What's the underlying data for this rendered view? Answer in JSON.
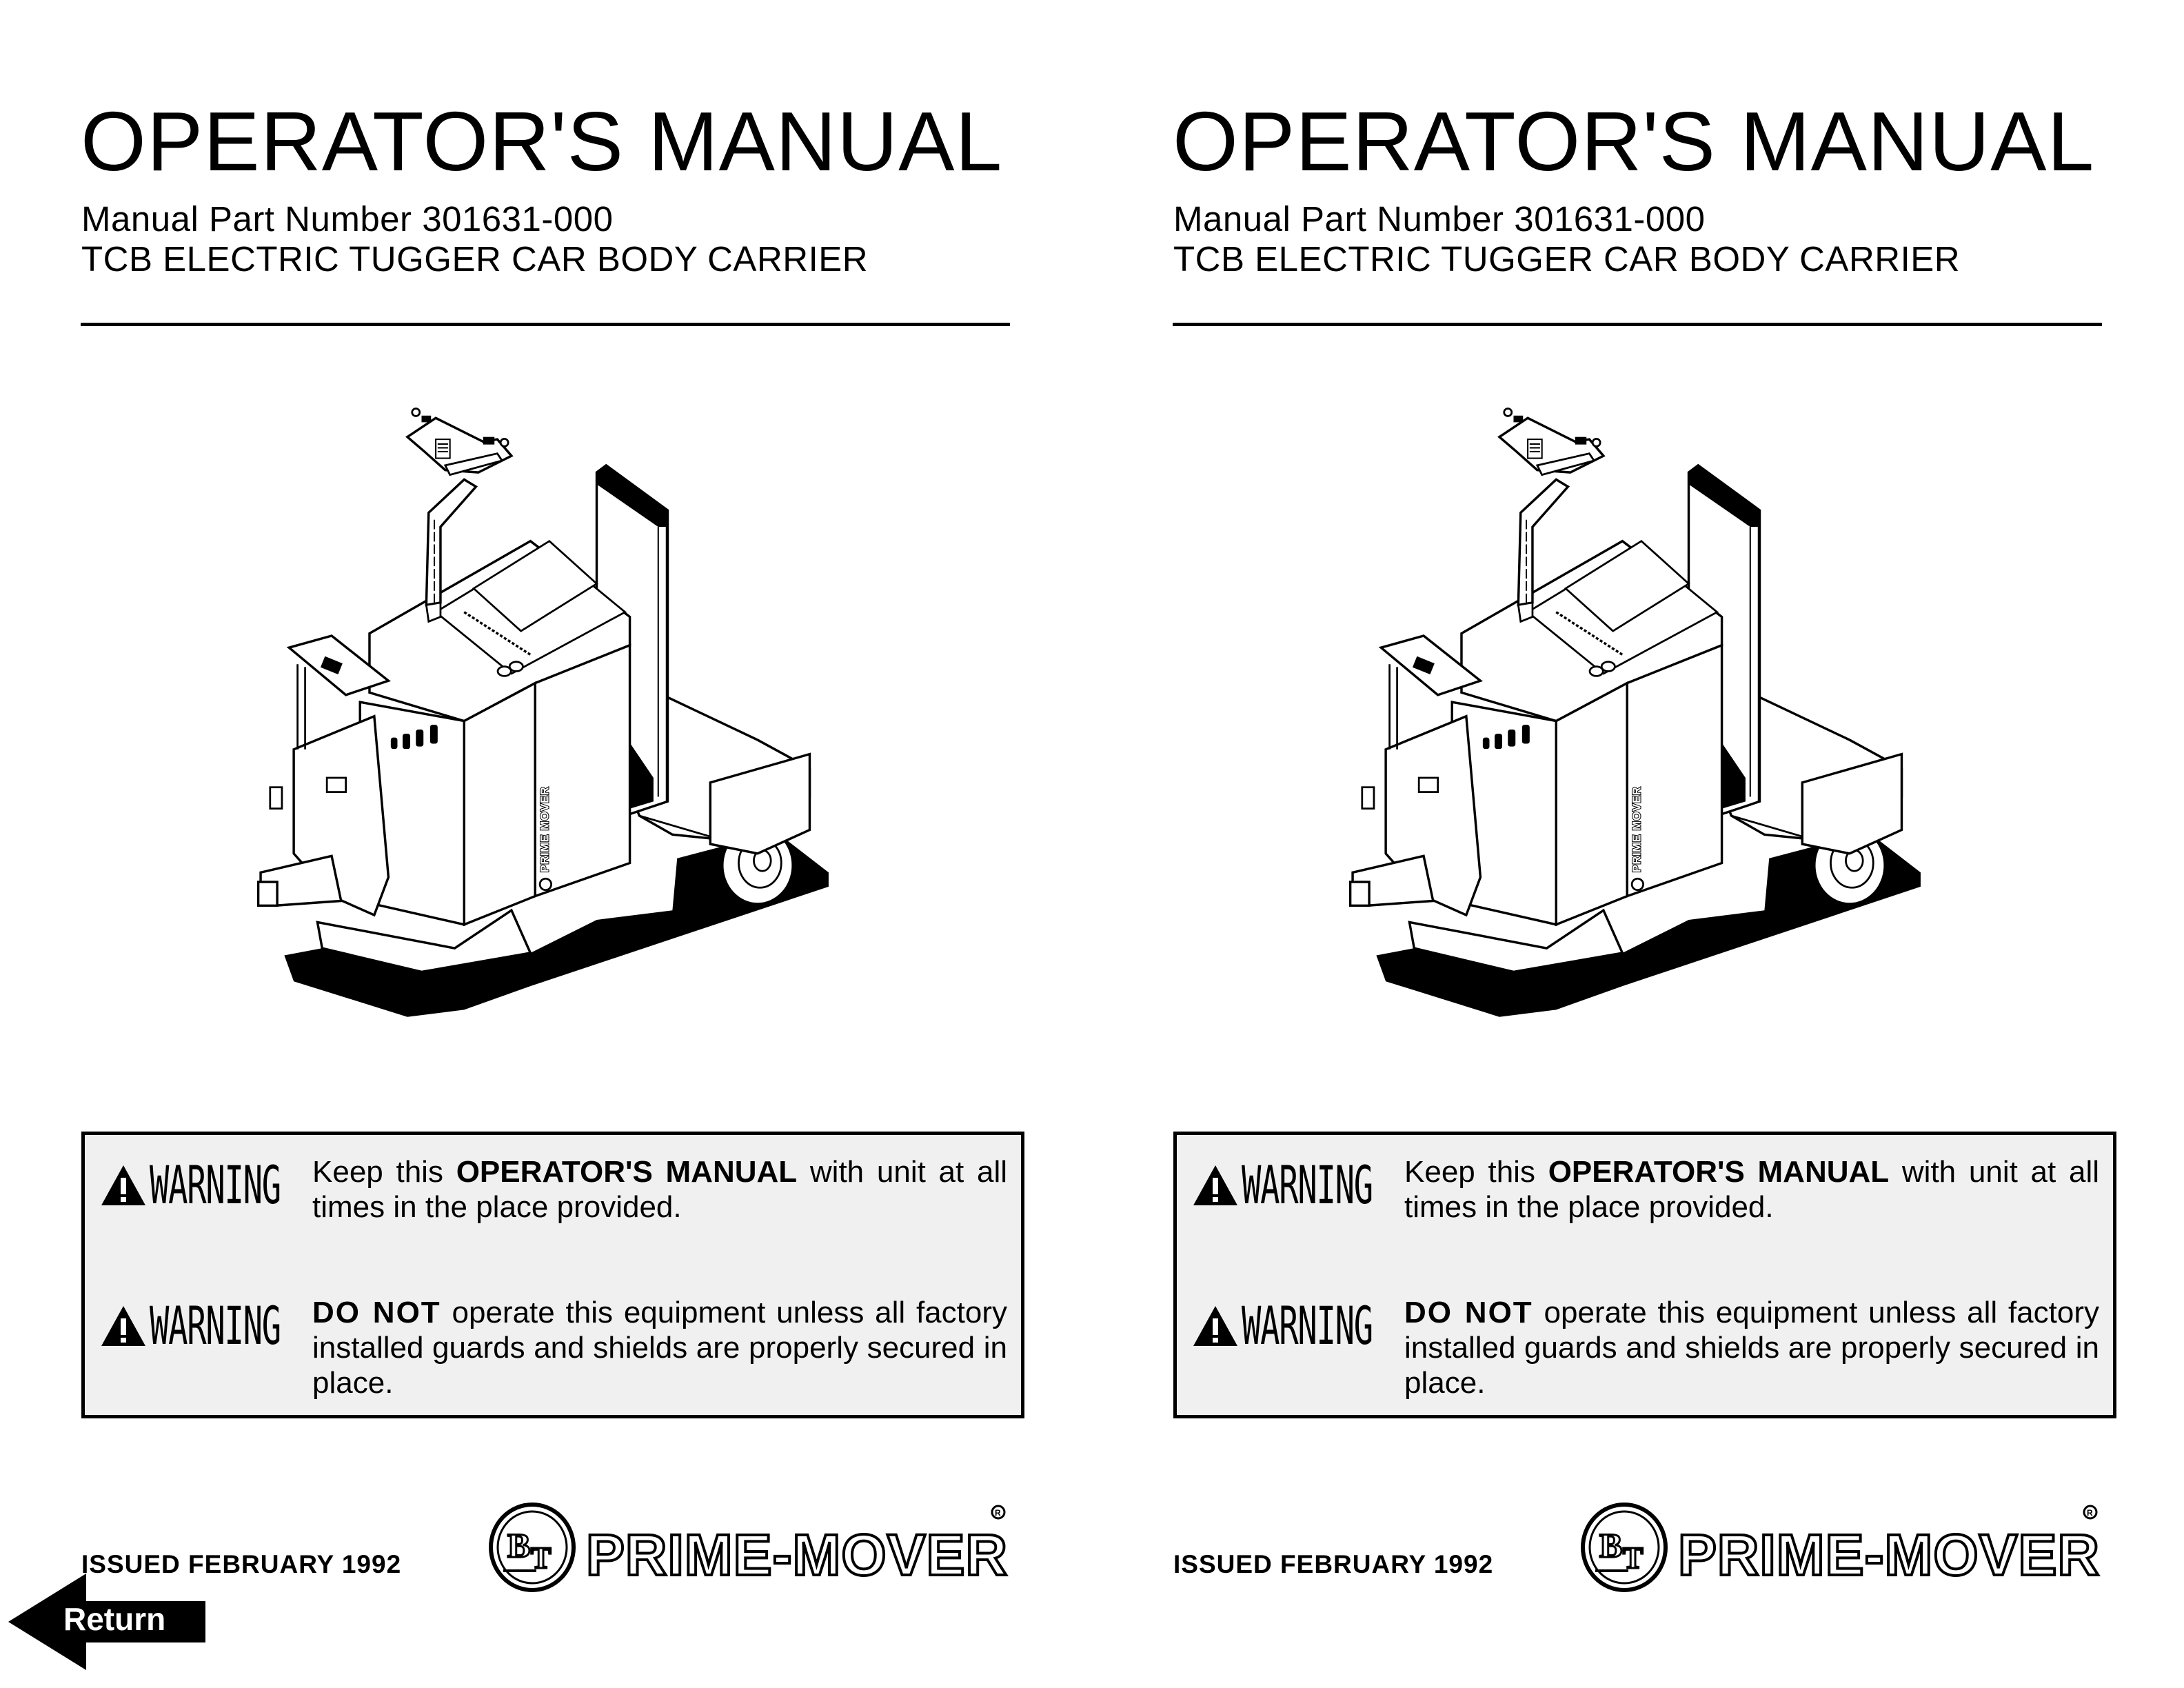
{
  "document": {
    "pages": [
      {
        "title": "OPERATOR'S MANUAL",
        "part_number_line": "Manual Part Number 301631-000",
        "product_line": "TCB ELECTRIC TUGGER CAR BODY CARRIER",
        "illustration": {
          "subject": "TCB electric tugger car body carrier (isometric line drawing)",
          "side_decal": "PRIME MOVER"
        },
        "warnings": [
          {
            "label": "WARNING",
            "icon": "warning-triangle-icon",
            "text_pre": "Keep this ",
            "text_bold": "OPERATOR'S MANUAL",
            "text_post": " with unit at all times in the place provided."
          },
          {
            "label": "WARNING",
            "icon": "warning-triangle-icon",
            "text_pre": "",
            "text_bold": "DO NOT",
            "text_post": " operate this equipment unless all factory installed guards and shields are properly secured in place."
          }
        ],
        "issued": "ISSUED FEBRUARY 1992",
        "logo": {
          "emblem": "BT",
          "wordmark": "PRIME-MOVER",
          "registered": "®"
        }
      },
      {
        "title": "OPERATOR'S MANUAL",
        "part_number_line": "Manual Part Number 301631-000",
        "product_line": "TCB ELECTRIC TUGGER CAR BODY CARRIER",
        "illustration": {
          "subject": "TCB electric tugger car body carrier (isometric line drawing)",
          "side_decal": "PRIME MOVER"
        },
        "warnings": [
          {
            "label": "WARNING",
            "icon": "warning-triangle-icon",
            "text_pre": "Keep this ",
            "text_bold": "OPERATOR'S MANUAL",
            "text_post": " with unit at all times in the place provided."
          },
          {
            "label": "WARNING",
            "icon": "warning-triangle-icon",
            "text_pre": "",
            "text_bold": "DO NOT",
            "text_post": " operate this equipment unless all factory installed guards and shields are properly secured in place."
          }
        ],
        "issued": "ISSUED FEBRUARY 1992",
        "logo": {
          "emblem": "BT",
          "wordmark": "PRIME-MOVER",
          "registered": "®"
        }
      }
    ]
  },
  "navigation": {
    "return_label": "Return",
    "return_icon": "left-arrow-icon"
  },
  "colors": {
    "ink": "#000000",
    "paper": "#ffffff",
    "warning_box_bg": "#f0f0f0"
  }
}
